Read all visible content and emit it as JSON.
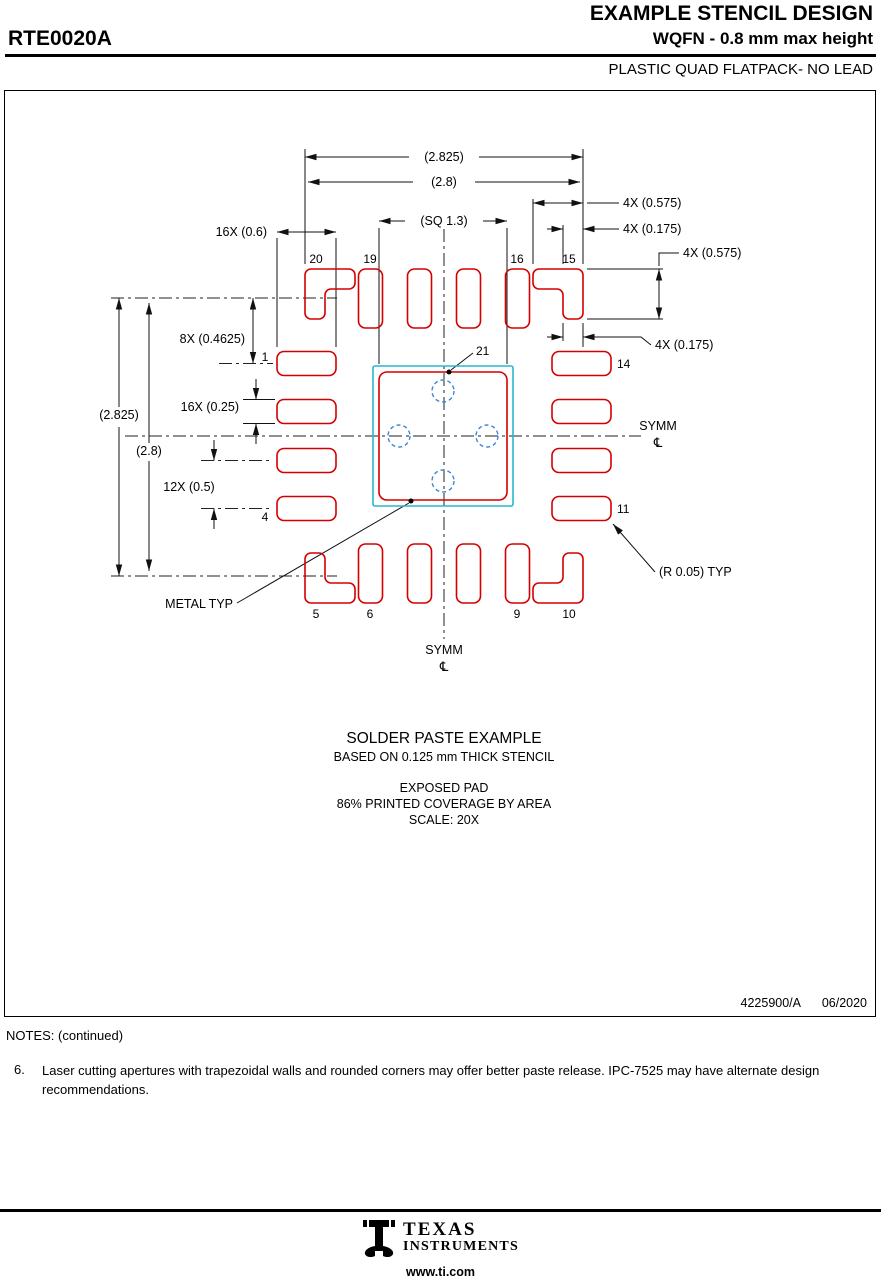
{
  "header": {
    "part_number": "RTE0020A",
    "title": "EXAMPLE STENCIL DESIGN",
    "subtitle": "WQFN - 0.8 mm max height",
    "package_type": "PLASTIC QUAD FLATPACK- NO LEAD"
  },
  "drawing": {
    "dims": {
      "top_outer": "(2.825)",
      "top_inner": "(2.8)",
      "sq": "(SQ 1.3)",
      "corner_top_len": "4X (0.575)",
      "corner_top_wid": "4X (0.175)",
      "corner_right_len": "4X (0.575)",
      "corner_right_wid": "4X (0.175)",
      "pad_len": "16X (0.6)",
      "corner_off": "8X (0.4625)",
      "pad_wid": "16X (0.25)",
      "left_outer": "(2.825)",
      "left_inner": "(2.8)",
      "pitch": "12X (0.5)",
      "radius": "(R 0.05) TYP"
    },
    "pins": {
      "n1": "1",
      "n4": "4",
      "n5": "5",
      "n6": "6",
      "n9": "9",
      "n10": "10",
      "n11": "11",
      "n14": "14",
      "n15": "15",
      "n16": "16",
      "n19": "19",
      "n20": "20",
      "n21": "21"
    },
    "labels": {
      "symm": "SYMM",
      "centerline_symbol": "℄",
      "metal": "METAL TYP"
    },
    "caption": {
      "title": "SOLDER PASTE EXAMPLE",
      "line1": "BASED ON 0.125 mm THICK STENCIL",
      "line2": "EXPOSED PAD",
      "line3": "86% PRINTED COVERAGE BY AREA",
      "line4": "SCALE: 20X"
    },
    "doc": {
      "number": "4225900/A",
      "date": "06/2020"
    },
    "colors": {
      "aperture_outline": "#d40000",
      "exposed_pad_outline": "#2ab5cf",
      "via_dashed": "#3f86d4"
    }
  },
  "notes": {
    "heading": "NOTES: (continued)",
    "number": "6.",
    "text": "Laser cutting apertures with trapezoidal walls and rounded corners may offer better paste release. IPC-7525 may have alternate design recommendations."
  },
  "footer": {
    "brand_top": "TEXAS",
    "brand_bottom": "INSTRUMENTS",
    "website": "www.ti.com"
  }
}
